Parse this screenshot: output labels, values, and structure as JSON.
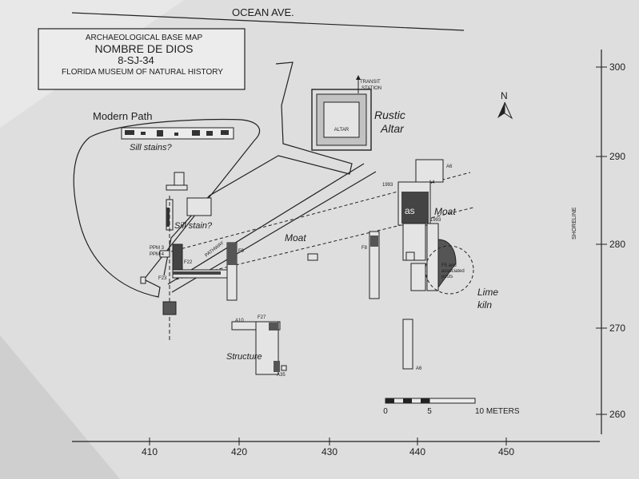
{
  "title_block": {
    "line1": "ARCHAEOLOGICAL BASE MAP",
    "line2": "NOMBRE DE DIOS",
    "line3": "8-SJ-34",
    "line4": "FLORIDA MUSEUM OF NATURAL HISTORY"
  },
  "street": "OCEAN AVE.",
  "north": "N",
  "labels": {
    "modern_path": "Modern Path",
    "sill_stains": "Sill stains?",
    "sill_stain": "Sill stain?",
    "transit_station": [
      "TRANSIT",
      "STATION"
    ],
    "altar_inner": "ALTAR",
    "rustic_altar": [
      "Rustic",
      "Altar"
    ],
    "moat_left": "Moat",
    "moat_right": "Moat",
    "lime_kiln": [
      "Lime",
      "kiln"
    ],
    "structure": "Structure",
    "pathway": "PATHWAY",
    "shoreline": "SHORELINE",
    "f5_posts": [
      "F5 and",
      "associated",
      "posts"
    ],
    "as": "as"
  },
  "small_labels": {
    "a6_top": "A6",
    "a4": "A4",
    "y1993": "1993",
    "y1993b": "1993",
    "f9": "F9",
    "f8": "F8",
    "ppm3": "PPM 3",
    "ppm4": "PPM 4",
    "f22": "F22",
    "f23": "F23",
    "a10": "A10",
    "a6_bottom": "A6",
    "a35": "A35",
    "f27": "F27"
  },
  "scale_bar": {
    "ticks": [
      "0",
      "5",
      "10 METERS"
    ]
  },
  "x_axis_ticks": [
    "410",
    "420",
    "430",
    "440",
    "450"
  ],
  "y_axis_ticks": [
    "300",
    "290",
    "280",
    "270",
    "260"
  ]
}
